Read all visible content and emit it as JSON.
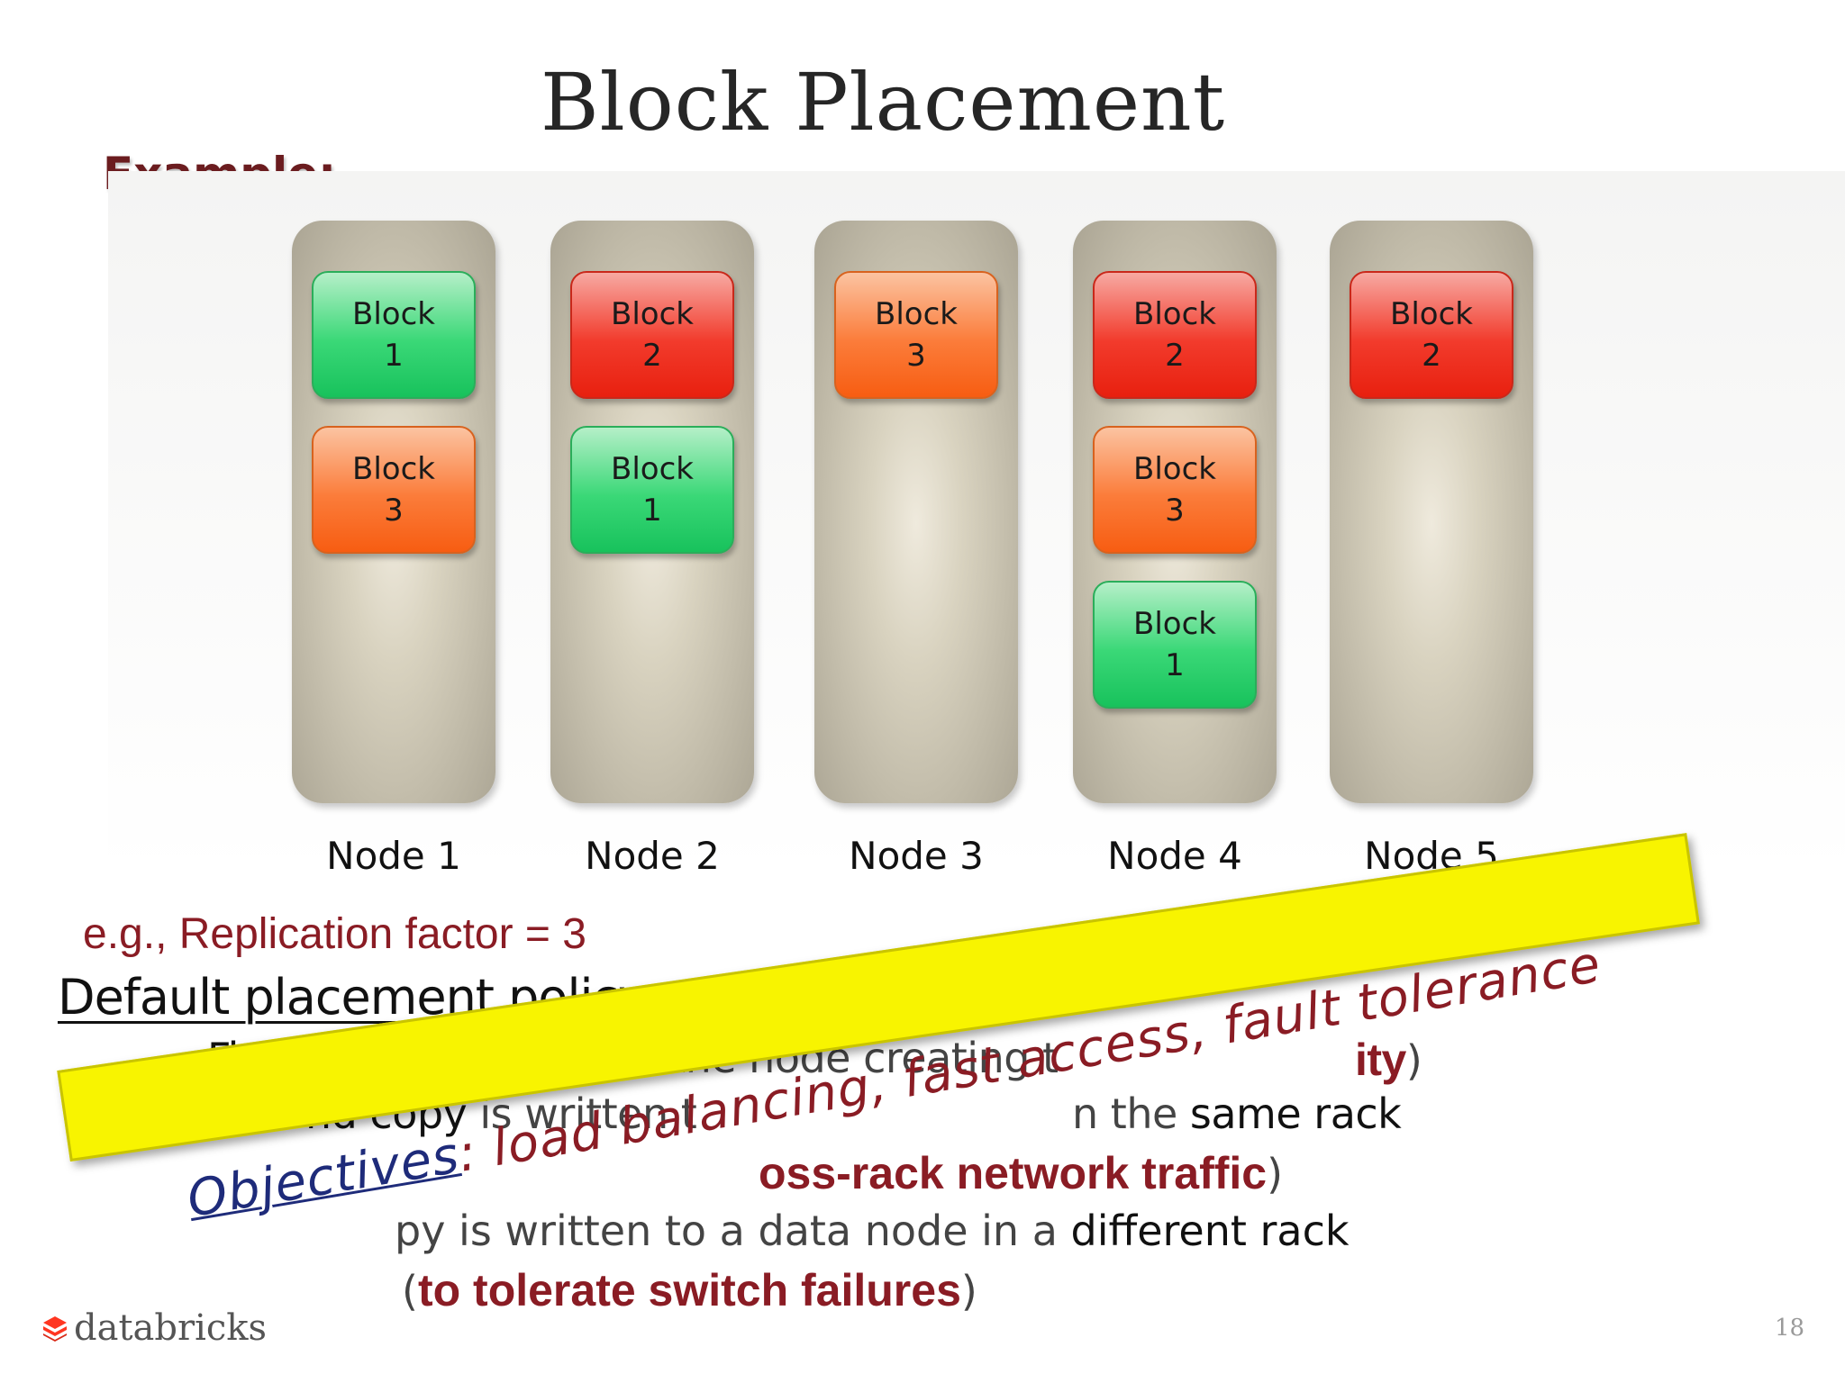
{
  "title": "Block Placement",
  "example_label": "Example:",
  "nodes": [
    {
      "label": "Node 1",
      "blocks": [
        {
          "word": "Block",
          "num": "1"
        },
        {
          "word": "Block",
          "num": "3"
        }
      ]
    },
    {
      "label": "Node 2",
      "blocks": [
        {
          "word": "Block",
          "num": "2"
        },
        {
          "word": "Block",
          "num": "1"
        }
      ]
    },
    {
      "label": "Node 3",
      "blocks": [
        {
          "word": "Block",
          "num": "3"
        }
      ]
    },
    {
      "label": "Node 4",
      "blocks": [
        {
          "word": "Block",
          "num": "2"
        },
        {
          "word": "Block",
          "num": "3"
        },
        {
          "word": "Block",
          "num": "1"
        }
      ]
    },
    {
      "label": "Node 5",
      "blocks": [
        {
          "word": "Block",
          "num": "2"
        }
      ]
    }
  ],
  "block_colors": {
    "1": "#2ed46e",
    "2": "#f0301f",
    "3": "#fa6c25"
  },
  "replication_note": "e.g., Replication factor = 3",
  "policy": {
    "heading": "Default placement policy:",
    "dash": "–",
    "line1_strong": "First copy",
    "line1_rest": " is written to the node creating t",
    "line1_tail_bold": "ity",
    "line1_tail_close": ")",
    "line2_strong": "Second copy",
    "line2_rest": " is written t",
    "line2_tail_light": "n the ",
    "line2_tail_strong": "same rack",
    "line3_bold": "oss-rack network traffic",
    "line3_close": ")",
    "line4_frag": "py",
    "line4_rest": " is written to a data node in a ",
    "line4_strong": "different rack",
    "line5_open": "(",
    "line5_bold": "to tolerate switch failures",
    "line5_close": ")"
  },
  "banner": {
    "label": "Objectives",
    "colon": ": ",
    "text": "load balancing, fast access, fault tolerance"
  },
  "logo_text": "databricks",
  "page_number": "18"
}
